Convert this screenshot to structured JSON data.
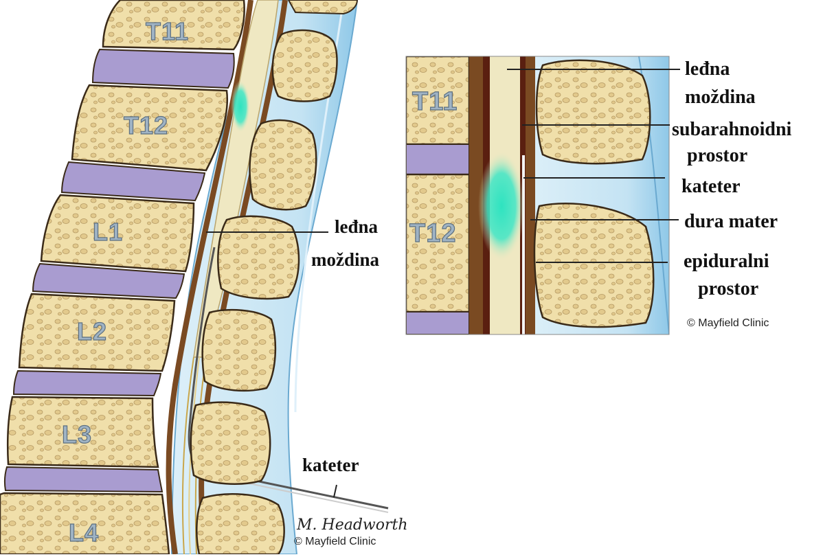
{
  "main_diagram": {
    "vertebrae": [
      "T11",
      "T12",
      "L1",
      "L2",
      "L3",
      "L4"
    ],
    "labels": {
      "spinal_cord_line1": "leđna",
      "spinal_cord_line2": "moždina",
      "catheter": "kateter"
    },
    "signature": "M. Headworth",
    "credit": "© Mayfield Clinic"
  },
  "inset": {
    "vertebrae": [
      "T11",
      "T12"
    ],
    "labels": {
      "spinal_cord_line1": "leđna",
      "spinal_cord_line2": "moždina",
      "subarachnoid_line1": "subarahnoidni",
      "subarachnoid_line2": "prostor",
      "catheter": "kateter",
      "dura": "dura mater",
      "epidural_line1": "epiduralni",
      "epidural_line2": "prostor"
    },
    "credit": "© Mayfield Clinic"
  },
  "colors": {
    "bone": "#f0dfaa",
    "bone_outline": "#3a2a18",
    "disc": "#a99cd0",
    "cord": "#efe8c2",
    "dura": "#7a4a22",
    "csf_blue": "#bfe0f2",
    "drug_cloud": "#2ee3c0"
  }
}
